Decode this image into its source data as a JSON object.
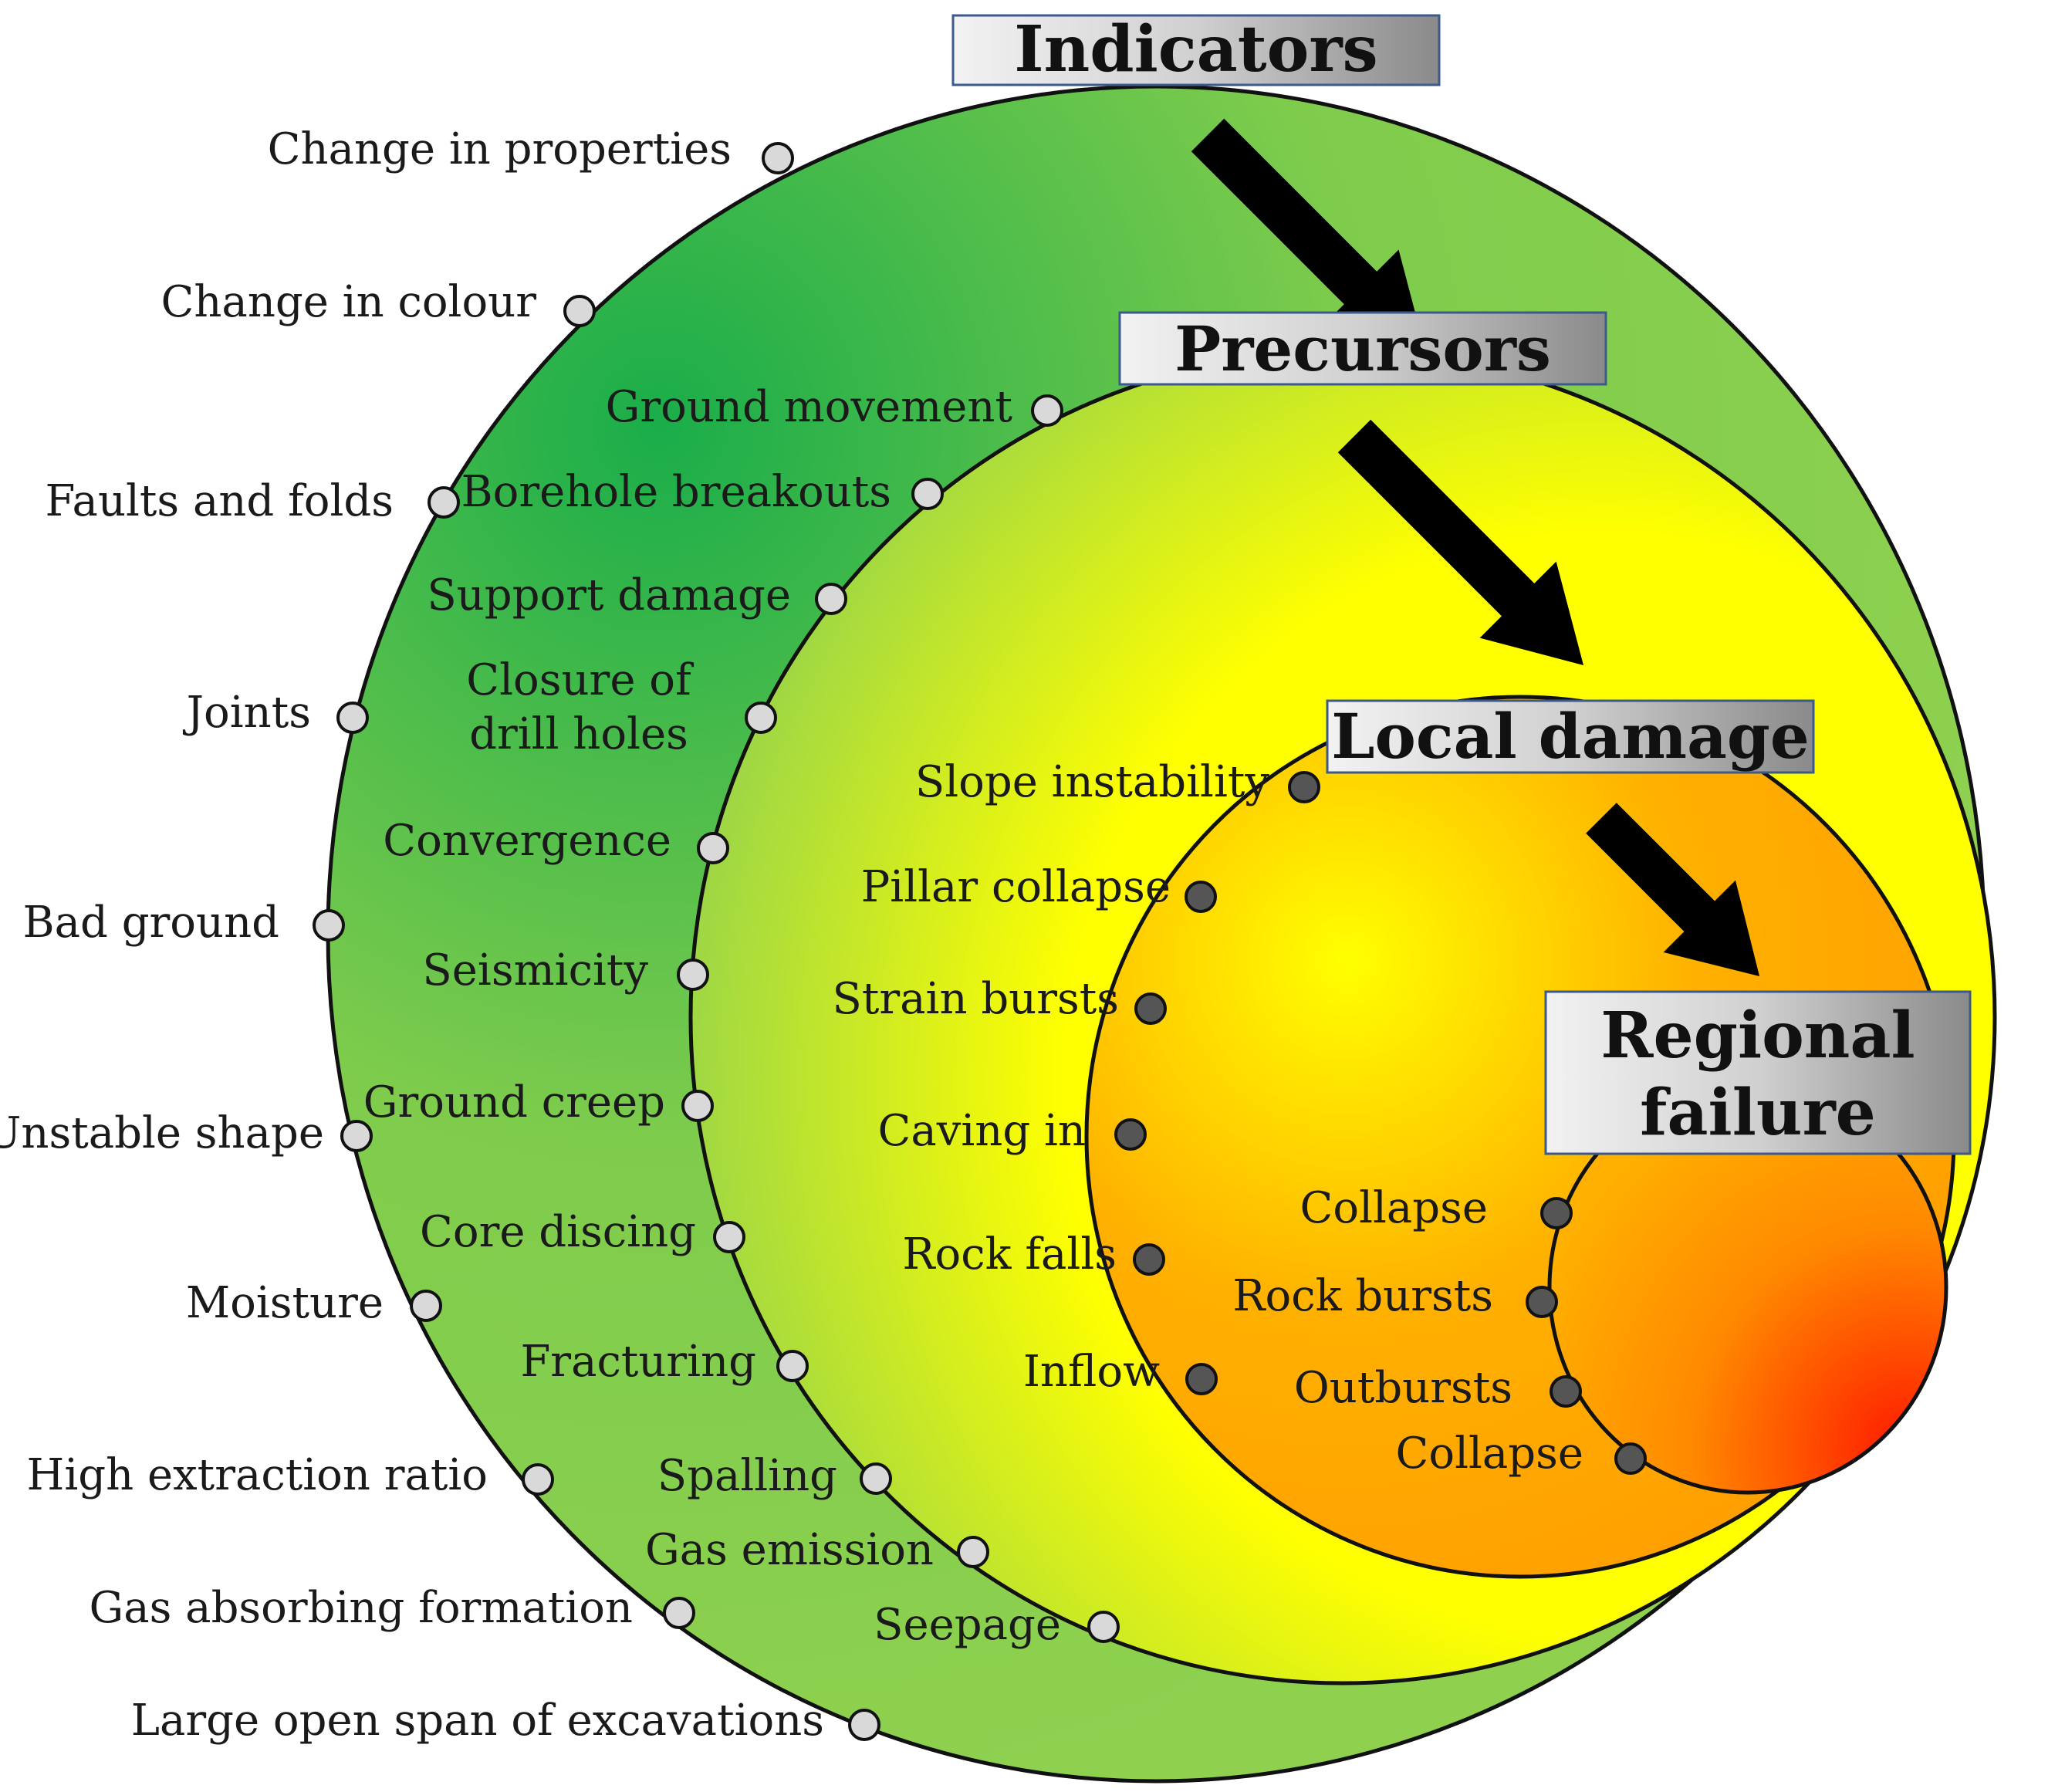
{
  "indicators": {
    "title": "Indicators",
    "items": [
      "Change in properties",
      "Change in colour",
      "Faults and folds",
      "Joints",
      "Bad ground",
      "Unstable shape",
      "Moisture",
      "High extraction ratio",
      "Gas absorbing formation",
      "Large open span of excavations"
    ]
  },
  "precursors": {
    "title": "Precursors",
    "items": [
      "Ground  movement",
      "Borehole breakouts",
      "Support  damage",
      "Closure of",
      "drill holes",
      "Convergence",
      "Seismicity",
      "Ground  creep",
      "Core discing",
      "Fracturing",
      "Spalling",
      "Gas emission",
      "Seepage"
    ]
  },
  "local_damage": {
    "title": "Local damage",
    "items": [
      "Slope instability",
      "Pillar collapse",
      "Strain bursts",
      "Caving in",
      "Rock falls",
      "Inflow"
    ]
  },
  "regional_failure": {
    "title_line1": "Regional",
    "title_line2": "failure",
    "items": [
      "Collapse",
      "Rock bursts",
      "Outbursts",
      "Collapse"
    ]
  },
  "colors": {
    "outer_green": "#2db84d",
    "light_green": "#8fd14f",
    "yellow": "#ffff00",
    "orange": "#ffb000",
    "red": "#ff3300",
    "marker_light": "#d9d9d9",
    "marker_dark": "#555555"
  }
}
